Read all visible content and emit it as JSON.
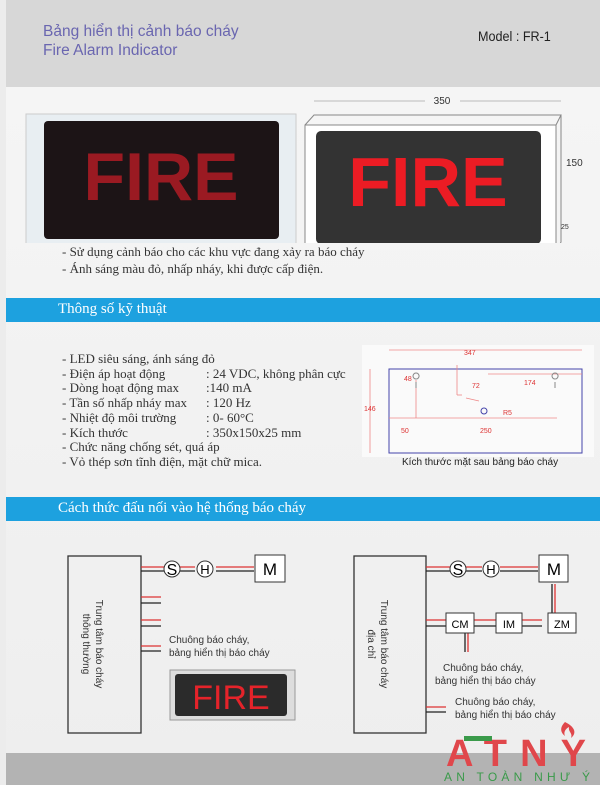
{
  "header": {
    "title_vi": "Bảng hiển thị cảnh báo cháy",
    "title_en": "Fire Alarm Indicator",
    "model": "Model : FR-1"
  },
  "product": {
    "sign_text": "FIRE",
    "dim_width": "350",
    "dim_height": "150",
    "dim_depth": "25"
  },
  "intro_bullets": [
    "- Sử dụng cảnh báo cho các khu vực đang xảy ra báo cháy",
    "- Ánh sáng màu đỏ, nhấp nháy, khi được cấp điện."
  ],
  "specs": {
    "heading": "Thông số kỹ thuật",
    "rows": [
      {
        "k": "- LED siêu sáng, ánh sáng đỏ",
        "v": ""
      },
      {
        "k": "- Điện áp hoạt động",
        "v": ": 24 VDC, không phân cực"
      },
      {
        "k": "- Dòng hoạt động max",
        "v": ":140 mA"
      },
      {
        "k": "- Tần số nhấp nháy max",
        "v": ": 120 Hz"
      },
      {
        "k": "- Nhiệt độ môi trường",
        "v": ": 0- 60°C"
      },
      {
        "k": "- Kích thước",
        "v": ": 350x150x25 mm"
      },
      {
        "k": "- Chức năng chống sét, quá áp",
        "v": ""
      },
      {
        "k": "- Vỏ thép sơn tĩnh điện, mặt chữ mica.",
        "v": ""
      }
    ],
    "back": {
      "caption": "Kích thước mặt sau bảng báo cháy",
      "w": "347",
      "h": "146",
      "d48": "48",
      "d72": "72",
      "d174": "174",
      "d50": "50",
      "d250": "250",
      "r": "R5"
    }
  },
  "wiring": {
    "heading": "Cách thức đấu nối vào hệ thống báo cháy",
    "conventional_panel": [
      "Trung tâm báo cháy",
      "thông thường"
    ],
    "addressable_panel": [
      "Trung tâm báo cháy",
      "địa chỉ"
    ],
    "s": "S",
    "h": "H",
    "m": "M",
    "cm": "CM",
    "im": "IM",
    "zm": "ZM",
    "bell_label": [
      "Chuông báo cháy,",
      "bảng hiển thị báo cháy"
    ]
  },
  "logo": {
    "mark": "ATNY",
    "tagline": "AN TOÀN NHƯ Ý"
  },
  "colors": {
    "accent_blue": "#1da1df",
    "fire_red": "#e5232a",
    "title_purple": "#6a66b0",
    "logo_red": "#e0474b",
    "logo_green": "#3a9a4a"
  }
}
